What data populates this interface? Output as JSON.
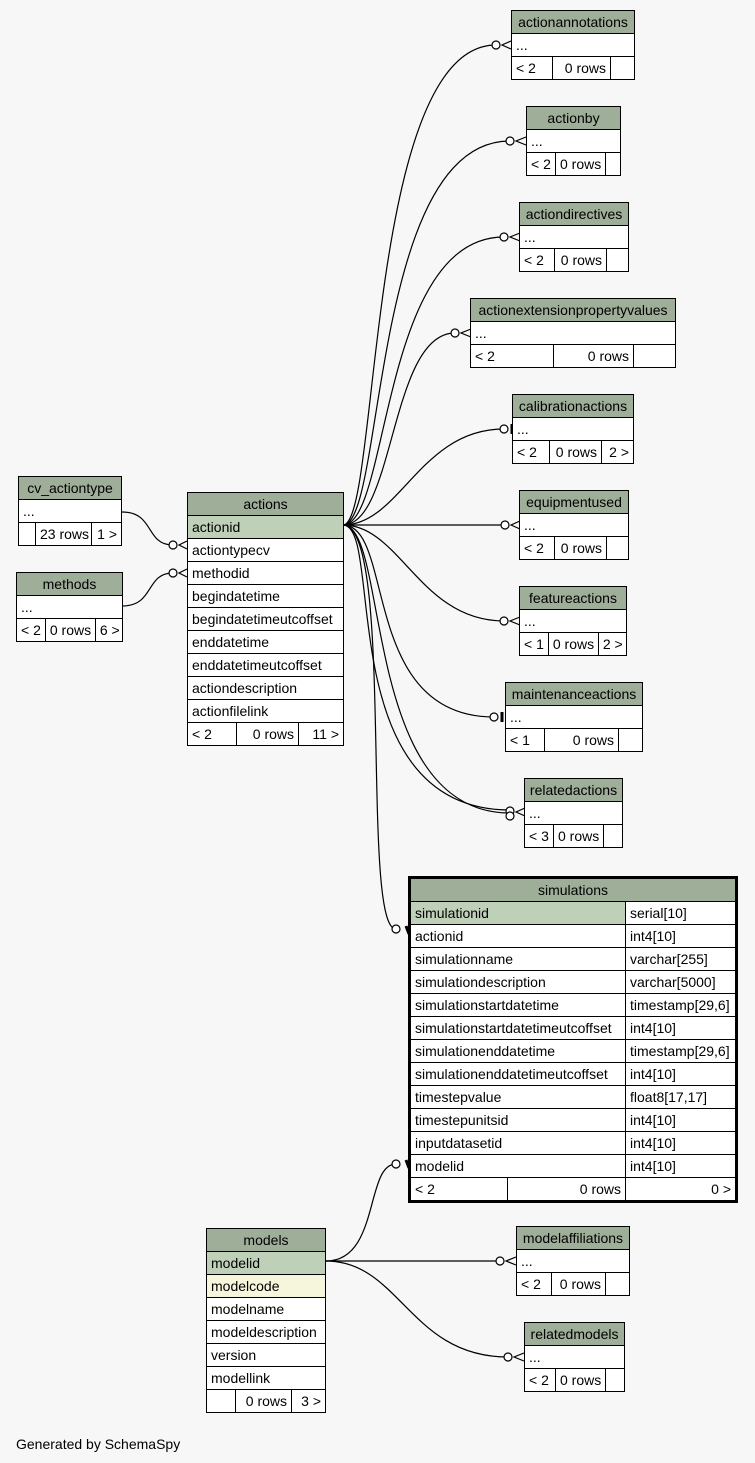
{
  "tables": {
    "actionannotations": {
      "title": "actionannotations",
      "rows": [
        "..."
      ],
      "footer": [
        "< 2",
        "0 rows",
        ""
      ]
    },
    "actionby": {
      "title": "actionby",
      "rows": [
        "..."
      ],
      "footer": [
        "< 2",
        "0 rows",
        ""
      ]
    },
    "actiondirectives": {
      "title": "actiondirectives",
      "rows": [
        "..."
      ],
      "footer": [
        "< 2",
        "0 rows",
        ""
      ]
    },
    "actionextensionpropertyvalues": {
      "title": "actionextensionpropertyvalues",
      "rows": [
        "..."
      ],
      "footer": [
        "< 2",
        "0 rows",
        ""
      ]
    },
    "calibrationactions": {
      "title": "calibrationactions",
      "rows": [
        "..."
      ],
      "footer": [
        "< 2",
        "0 rows",
        "2 >"
      ]
    },
    "equipmentused": {
      "title": "equipmentused",
      "rows": [
        "..."
      ],
      "footer": [
        "< 2",
        "0 rows",
        ""
      ]
    },
    "featureactions": {
      "title": "featureactions",
      "rows": [
        "..."
      ],
      "footer": [
        "< 1",
        "0 rows",
        "2 >"
      ]
    },
    "maintenanceactions": {
      "title": "maintenanceactions",
      "rows": [
        "..."
      ],
      "footer": [
        "< 1",
        "0 rows",
        ""
      ]
    },
    "relatedactions": {
      "title": "relatedactions",
      "rows": [
        "..."
      ],
      "footer": [
        "< 3",
        "0 rows",
        ""
      ]
    },
    "cv_actiontype": {
      "title": "cv_actiontype",
      "rows": [
        "..."
      ],
      "footer": [
        "",
        "23 rows",
        "1 >"
      ]
    },
    "methods": {
      "title": "methods",
      "rows": [
        "..."
      ],
      "footer": [
        "< 2",
        "0 rows",
        "6 >"
      ]
    },
    "actions": {
      "title": "actions",
      "rows": [
        "actionid",
        "actiontypecv",
        "methodid",
        "begindatetime",
        "begindatetimeutcoffset",
        "enddatetime",
        "enddatetimeutcoffset",
        "actiondescription",
        "actionfilelink"
      ],
      "footer": [
        "< 2",
        "0 rows",
        "11 >"
      ]
    },
    "simulations": {
      "title": "simulations",
      "rows": [
        {
          "name": "simulationid",
          "type": "serial[10]"
        },
        {
          "name": "actionid",
          "type": "int4[10]"
        },
        {
          "name": "simulationname",
          "type": "varchar[255]"
        },
        {
          "name": "simulationdescription",
          "type": "varchar[5000]"
        },
        {
          "name": "simulationstartdatetime",
          "type": "timestamp[29,6]"
        },
        {
          "name": "simulationstartdatetimeutcoffset",
          "type": "int4[10]"
        },
        {
          "name": "simulationenddatetime",
          "type": "timestamp[29,6]"
        },
        {
          "name": "simulationenddatetimeutcoffset",
          "type": "int4[10]"
        },
        {
          "name": "timestepvalue",
          "type": "float8[17,17]"
        },
        {
          "name": "timestepunitsid",
          "type": "int4[10]"
        },
        {
          "name": "inputdatasetid",
          "type": "int4[10]"
        },
        {
          "name": "modelid",
          "type": "int4[10]"
        }
      ],
      "footer": [
        "< 2",
        "0 rows",
        "0 >"
      ]
    },
    "models": {
      "title": "models",
      "rows": [
        "modelid",
        "modelcode",
        "modelname",
        "modeldescription",
        "version",
        "modellink"
      ],
      "footer": [
        "",
        "0 rows",
        "3 >"
      ]
    },
    "modelaffiliations": {
      "title": "modelaffiliations",
      "rows": [
        "..."
      ],
      "footer": [
        "< 2",
        "0 rows",
        ""
      ]
    },
    "relatedmodels": {
      "title": "relatedmodels",
      "rows": [
        "..."
      ],
      "footer": [
        "< 2",
        "0 rows",
        ""
      ]
    }
  },
  "colors": {
    "background": "#f7f7f7",
    "header": "#9fae98",
    "primary_key": "#bfd0b8",
    "indexed": "#f5f6db"
  },
  "footer_text": "Generated by SchemaSpy"
}
